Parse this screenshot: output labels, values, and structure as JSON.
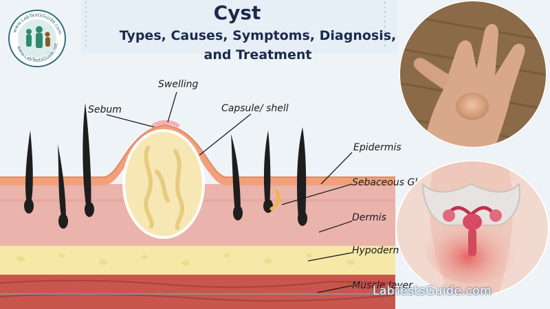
{
  "title": {
    "main": "Cyst",
    "subtitle_line1": "Types, Causes, Symptoms, Diagnosis,",
    "subtitle_line2": "and Treatment"
  },
  "labels": {
    "swelling": "Swelling",
    "sebum": "Sebum",
    "capsule": "Capsule/ shell",
    "epidermis": "Epidermis",
    "sebaceous_gland": "Sebaceous Gland",
    "dermis": "Dermis",
    "hypodermis": "Hypodermis",
    "muscle_layer": "Muscle layer"
  },
  "logo": {
    "text_top": "www.LabTestsGuide.com",
    "text_bottom": "www.LabTestsGuide.net"
  },
  "watermark": "LabTestsGuide.com",
  "colors": {
    "background": "#eef3f8",
    "title": "#1b2a4a",
    "epidermis": "#f2a07a",
    "dermis": "#eab3ac",
    "hypodermis": "#f6e8a6",
    "muscle": "#c8564c",
    "cyst_fill": "#f7e7b4",
    "hair": "#1e1e1e"
  }
}
